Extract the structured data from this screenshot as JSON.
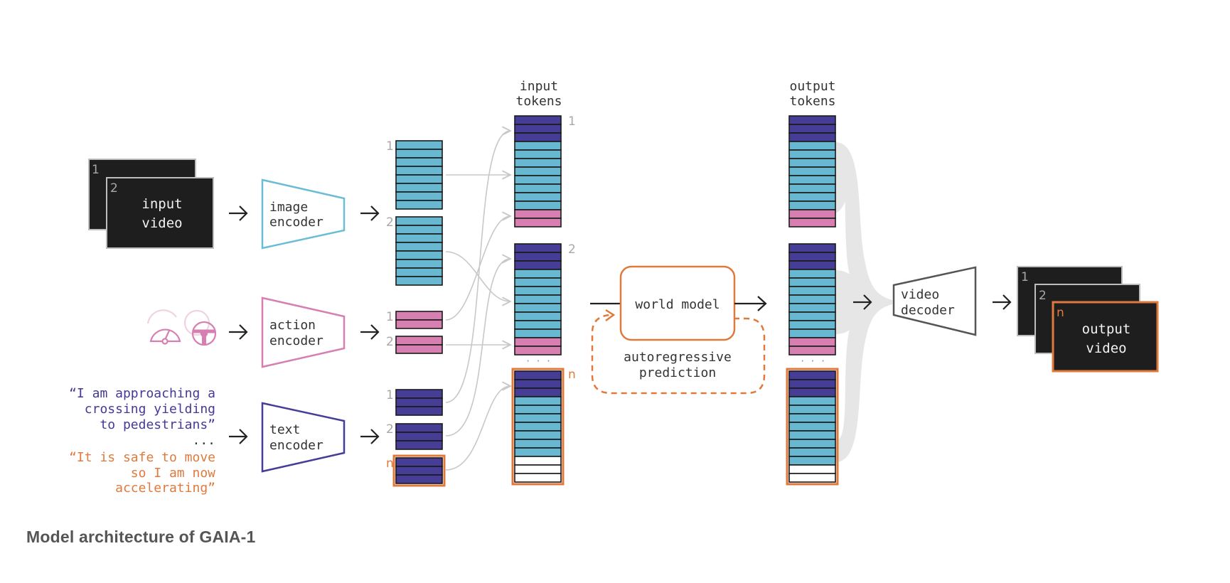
{
  "caption": "Model architecture of GAIA-1",
  "colors": {
    "text_token": "#463d96",
    "image_token": "#67b8d0",
    "action_token": "#d67fb0",
    "empty_token": "#ffffff",
    "highlight": "#e07a3c",
    "image_encoder": "#6bbdd6",
    "action_encoder": "#d67fb0",
    "text_encoder": "#463d96",
    "video_decoder": "#555555",
    "frame_bg": "#1e1e1e",
    "funnel": "#e6e6e6",
    "connector": "#c8c8c8"
  },
  "input_video": {
    "label_line1": "input",
    "label_line2": "video",
    "frames": [
      "1",
      "2"
    ]
  },
  "image_encoder": {
    "line1": "image",
    "line2": "encoder"
  },
  "action_encoder": {
    "line1": "action",
    "line2": "encoder"
  },
  "text_encoder": {
    "line1": "text",
    "line2": "encoder"
  },
  "action_inputs": {
    "icons": [
      "speedometer-icon",
      "steering-wheel-icon"
    ]
  },
  "text_inputs": {
    "quote1": [
      "“I am approaching a",
      "crossing yielding",
      "to pedestrians”"
    ],
    "ellipsis": "...",
    "quote2": [
      "“It is safe to move",
      "so I am now",
      "accelerating”"
    ]
  },
  "image_token_groups": [
    {
      "index": "1",
      "rows": 8
    },
    {
      "index": "2",
      "rows": 8
    }
  ],
  "action_token_groups": [
    {
      "index": "1",
      "rows": 2
    },
    {
      "index": "2",
      "rows": 2
    }
  ],
  "text_token_groups": [
    {
      "index": "1",
      "rows": 3,
      "highlight": false
    },
    {
      "index": "2",
      "rows": 3,
      "highlight": false
    },
    {
      "index": "n",
      "rows": 3,
      "highlight": true
    }
  ],
  "input_tokens": {
    "title_line1": "input",
    "title_line2": "tokens",
    "ellipsis": "· · ·",
    "stacks": [
      {
        "index": "1",
        "highlight": false,
        "rows": [
          "text",
          "text",
          "text",
          "image",
          "image",
          "image",
          "image",
          "image",
          "image",
          "image",
          "image",
          "action",
          "action"
        ]
      },
      {
        "index": "2",
        "highlight": false,
        "rows": [
          "text",
          "text",
          "text",
          "image",
          "image",
          "image",
          "image",
          "image",
          "image",
          "image",
          "image",
          "action",
          "action"
        ]
      },
      {
        "index": "n",
        "highlight": true,
        "rows": [
          "text",
          "text",
          "text",
          "image",
          "image",
          "image",
          "image",
          "image",
          "image",
          "image",
          "empty",
          "empty",
          "empty"
        ]
      }
    ]
  },
  "world_model": {
    "label": "world model",
    "loop_line1": "autoregressive",
    "loop_line2": "prediction"
  },
  "output_tokens": {
    "title_line1": "output",
    "title_line2": "tokens",
    "ellipsis": "· · ·",
    "stacks": [
      {
        "highlight": false,
        "rows": [
          "text",
          "text",
          "text",
          "image",
          "image",
          "image",
          "image",
          "image",
          "image",
          "image",
          "image",
          "action",
          "action"
        ]
      },
      {
        "highlight": false,
        "rows": [
          "text",
          "text",
          "text",
          "image",
          "image",
          "image",
          "image",
          "image",
          "image",
          "image",
          "image",
          "action",
          "action"
        ]
      },
      {
        "highlight": true,
        "rows": [
          "text",
          "text",
          "text",
          "image",
          "image",
          "image",
          "image",
          "image",
          "image",
          "image",
          "image",
          "empty",
          "empty"
        ]
      }
    ]
  },
  "video_decoder": {
    "line1": "video",
    "line2": "decoder"
  },
  "output_video": {
    "label_line1": "output",
    "label_line2": "video",
    "frames": [
      "1",
      "2",
      "n"
    ]
  }
}
